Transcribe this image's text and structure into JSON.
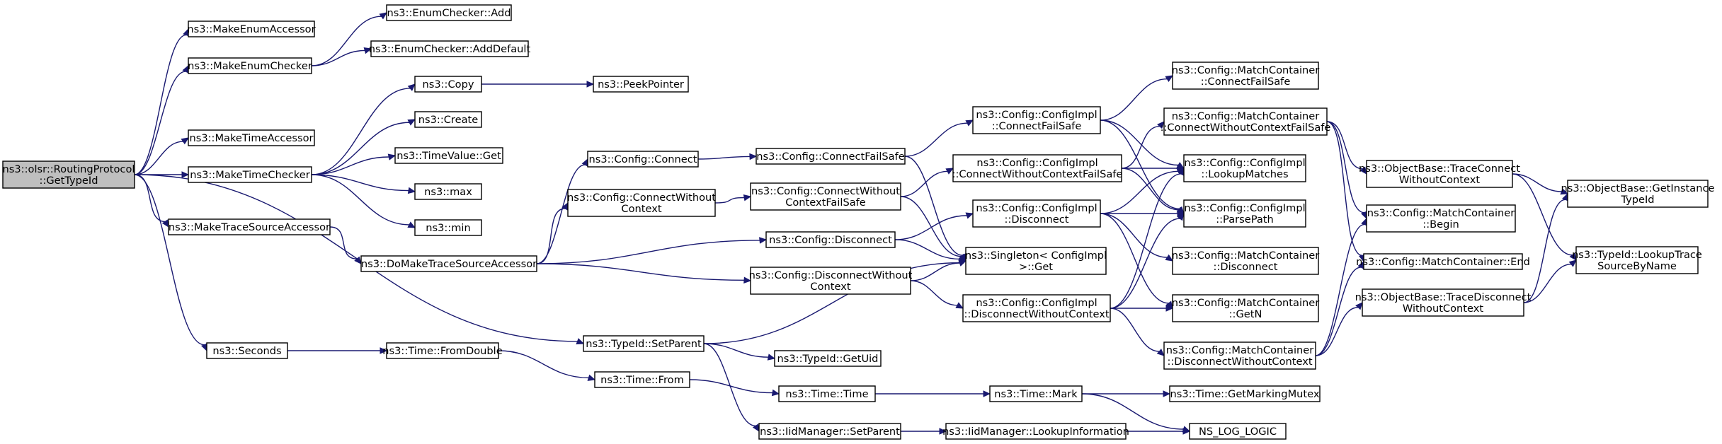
{
  "nodes": [
    {
      "id": "root",
      "lines": [
        "ns3::olsr::RoutingProtocol",
        "::GetTypeId"
      ]
    },
    {
      "id": "makeEnumAccessor",
      "lines": [
        "ns3::MakeEnumAccessor"
      ]
    },
    {
      "id": "makeEnumChecker",
      "lines": [
        "ns3::MakeEnumChecker"
      ]
    },
    {
      "id": "enumCheckerAdd",
      "lines": [
        "ns3::EnumChecker::Add"
      ]
    },
    {
      "id": "enumCheckerAddDefault",
      "lines": [
        "ns3::EnumChecker::AddDefault"
      ]
    },
    {
      "id": "makeTimeAccessor",
      "lines": [
        "ns3::MakeTimeAccessor"
      ]
    },
    {
      "id": "makeTimeChecker",
      "lines": [
        "ns3::MakeTimeChecker"
      ]
    },
    {
      "id": "copy",
      "lines": [
        "ns3::Copy"
      ]
    },
    {
      "id": "peekPointer",
      "lines": [
        "ns3::PeekPointer"
      ]
    },
    {
      "id": "create",
      "lines": [
        "ns3::Create"
      ]
    },
    {
      "id": "timeValueGet",
      "lines": [
        "ns3::TimeValue::Get"
      ]
    },
    {
      "id": "max",
      "lines": [
        "ns3::max"
      ]
    },
    {
      "id": "min",
      "lines": [
        "ns3::min"
      ]
    },
    {
      "id": "makeTraceSourceAccessor",
      "lines": [
        "ns3::MakeTraceSourceAccessor"
      ]
    },
    {
      "id": "doMakeTraceSourceAccessor",
      "lines": [
        "ns3::DoMakeTraceSourceAccessor"
      ]
    },
    {
      "id": "configConnect",
      "lines": [
        "ns3::Config::Connect"
      ]
    },
    {
      "id": "configConnectWithoutContext",
      "lines": [
        "ns3::Config::ConnectWithout",
        "Context"
      ]
    },
    {
      "id": "configConnectFailSafe",
      "lines": [
        "ns3::Config::ConnectFailSafe"
      ]
    },
    {
      "id": "configConnectWithoutContextFailSafe",
      "lines": [
        "ns3::Config::ConnectWithout",
        "ContextFailSafe"
      ]
    },
    {
      "id": "configDisconnect",
      "lines": [
        "ns3::Config::Disconnect"
      ]
    },
    {
      "id": "configDisconnectWithoutContext",
      "lines": [
        "ns3::Config::DisconnectWithout",
        "Context"
      ]
    },
    {
      "id": "implConnectFailSafe",
      "lines": [
        "ns3::Config::ConfigImpl",
        "::ConnectFailSafe"
      ]
    },
    {
      "id": "implConnectWithoutContextFailSafe",
      "lines": [
        "ns3::Config::ConfigImpl",
        "::ConnectWithoutContextFailSafe"
      ]
    },
    {
      "id": "implDisconnect",
      "lines": [
        "ns3::Config::ConfigImpl",
        "::Disconnect"
      ]
    },
    {
      "id": "singletonGet",
      "lines": [
        "ns3::Singleton< ConfigImpl",
        " >::Get"
      ]
    },
    {
      "id": "implDisconnectWithoutContext",
      "lines": [
        "ns3::Config::ConfigImpl",
        "::DisconnectWithoutContext"
      ]
    },
    {
      "id": "mcConnectFailSafe",
      "lines": [
        "ns3::Config::MatchContainer",
        "::ConnectFailSafe"
      ]
    },
    {
      "id": "mcConnectWithoutContextFailSafe",
      "lines": [
        "ns3::Config::MatchContainer",
        "::ConnectWithoutContextFailSafe"
      ]
    },
    {
      "id": "implLookupMatches",
      "lines": [
        "ns3::Config::ConfigImpl",
        "::LookupMatches"
      ]
    },
    {
      "id": "implParsePath",
      "lines": [
        "ns3::Config::ConfigImpl",
        "::ParsePath"
      ]
    },
    {
      "id": "mcDisconnect",
      "lines": [
        "ns3::Config::MatchContainer",
        "::Disconnect"
      ]
    },
    {
      "id": "mcGetN",
      "lines": [
        "ns3::Config::MatchContainer",
        "::GetN"
      ]
    },
    {
      "id": "mcDisconnectWithoutContext",
      "lines": [
        "ns3::Config::MatchContainer",
        "::DisconnectWithoutContext"
      ]
    },
    {
      "id": "objTraceConnectWithoutContext",
      "lines": [
        "ns3::ObjectBase::TraceConnect",
        "WithoutContext"
      ]
    },
    {
      "id": "mcBegin",
      "lines": [
        "ns3::Config::MatchContainer",
        "::Begin"
      ]
    },
    {
      "id": "mcEnd",
      "lines": [
        "ns3::Config::MatchContainer::End"
      ]
    },
    {
      "id": "objTraceDisconnectWithoutContext",
      "lines": [
        "ns3::ObjectBase::TraceDisconnect",
        "WithoutContext"
      ]
    },
    {
      "id": "objGetInstanceTypeId",
      "lines": [
        "ns3::ObjectBase::GetInstance",
        "TypeId"
      ]
    },
    {
      "id": "typeIdLookupTraceSourceByName",
      "lines": [
        "ns3::TypeId::LookupTrace",
        "SourceByName"
      ]
    },
    {
      "id": "seconds",
      "lines": [
        "ns3::Seconds"
      ]
    },
    {
      "id": "timeFromDouble",
      "lines": [
        "ns3::Time::FromDouble"
      ]
    },
    {
      "id": "typeIdSetParent",
      "lines": [
        "ns3::TypeId::SetParent"
      ]
    },
    {
      "id": "typeIdGetUid",
      "lines": [
        "ns3::TypeId::GetUid"
      ]
    },
    {
      "id": "timeFrom",
      "lines": [
        "ns3::Time::From"
      ]
    },
    {
      "id": "timeTime",
      "lines": [
        "ns3::Time::Time"
      ]
    },
    {
      "id": "timeMark",
      "lines": [
        "ns3::Time::Mark"
      ]
    },
    {
      "id": "timeGetMarkingMutex",
      "lines": [
        "ns3::Time::GetMarkingMutex"
      ]
    },
    {
      "id": "iidSetParent",
      "lines": [
        "ns3::IidManager::SetParent"
      ]
    },
    {
      "id": "iidLookupInformation",
      "lines": [
        "ns3::IidManager::LookupInformation"
      ]
    },
    {
      "id": "nsLogLogic",
      "lines": [
        "NS_LOG_LOGIC"
      ]
    }
  ],
  "edges": [
    [
      "root",
      "makeEnumAccessor"
    ],
    [
      "root",
      "makeEnumChecker"
    ],
    [
      "root",
      "makeTimeAccessor"
    ],
    [
      "root",
      "makeTimeChecker"
    ],
    [
      "root",
      "makeTraceSourceAccessor"
    ],
    [
      "root",
      "typeIdSetParent"
    ],
    [
      "root",
      "seconds"
    ],
    [
      "makeEnumChecker",
      "enumCheckerAdd"
    ],
    [
      "makeEnumChecker",
      "enumCheckerAddDefault"
    ],
    [
      "makeTimeChecker",
      "copy"
    ],
    [
      "makeTimeChecker",
      "create"
    ],
    [
      "makeTimeChecker",
      "timeValueGet"
    ],
    [
      "makeTimeChecker",
      "max"
    ],
    [
      "makeTimeChecker",
      "min"
    ],
    [
      "copy",
      "peekPointer"
    ],
    [
      "makeTraceSourceAccessor",
      "doMakeTraceSourceAccessor"
    ],
    [
      "doMakeTraceSourceAccessor",
      "configConnect"
    ],
    [
      "doMakeTraceSourceAccessor",
      "configConnectWithoutContext"
    ],
    [
      "doMakeTraceSourceAccessor",
      "configDisconnect"
    ],
    [
      "doMakeTraceSourceAccessor",
      "configDisconnectWithoutContext"
    ],
    [
      "configConnect",
      "configConnectFailSafe"
    ],
    [
      "configConnectWithoutContext",
      "configConnectWithoutContextFailSafe"
    ],
    [
      "configConnectFailSafe",
      "implConnectFailSafe"
    ],
    [
      "configConnectFailSafe",
      "singletonGet"
    ],
    [
      "configConnectWithoutContextFailSafe",
      "implConnectWithoutContextFailSafe"
    ],
    [
      "configConnectWithoutContextFailSafe",
      "singletonGet"
    ],
    [
      "configDisconnect",
      "implDisconnect"
    ],
    [
      "configDisconnect",
      "singletonGet"
    ],
    [
      "configDisconnectWithoutContext",
      "singletonGet"
    ],
    [
      "configDisconnectWithoutContext",
      "implDisconnectWithoutContext"
    ],
    [
      "implConnectFailSafe",
      "mcConnectFailSafe"
    ],
    [
      "implConnectFailSafe",
      "implLookupMatches"
    ],
    [
      "implConnectFailSafe",
      "implParsePath"
    ],
    [
      "implConnectWithoutContextFailSafe",
      "mcConnectWithoutContextFailSafe"
    ],
    [
      "implConnectWithoutContextFailSafe",
      "implLookupMatches"
    ],
    [
      "implConnectWithoutContextFailSafe",
      "implParsePath"
    ],
    [
      "implDisconnect",
      "implLookupMatches"
    ],
    [
      "implDisconnect",
      "implParsePath"
    ],
    [
      "implDisconnect",
      "mcDisconnect"
    ],
    [
      "implDisconnect",
      "mcGetN"
    ],
    [
      "implDisconnectWithoutContext",
      "implLookupMatches"
    ],
    [
      "implDisconnectWithoutContext",
      "implParsePath"
    ],
    [
      "implDisconnectWithoutContext",
      "mcGetN"
    ],
    [
      "implDisconnectWithoutContext",
      "mcDisconnectWithoutContext"
    ],
    [
      "mcConnectWithoutContextFailSafe",
      "objTraceConnectWithoutContext"
    ],
    [
      "mcConnectWithoutContextFailSafe",
      "mcBegin"
    ],
    [
      "mcConnectWithoutContextFailSafe",
      "mcEnd"
    ],
    [
      "mcDisconnectWithoutContext",
      "mcBegin"
    ],
    [
      "mcDisconnectWithoutContext",
      "mcEnd"
    ],
    [
      "mcDisconnectWithoutContext",
      "objTraceDisconnectWithoutContext"
    ],
    [
      "objTraceConnectWithoutContext",
      "objGetInstanceTypeId"
    ],
    [
      "objTraceConnectWithoutContext",
      "typeIdLookupTraceSourceByName"
    ],
    [
      "objTraceDisconnectWithoutContext",
      "objGetInstanceTypeId"
    ],
    [
      "objTraceDisconnectWithoutContext",
      "typeIdLookupTraceSourceByName"
    ],
    [
      "seconds",
      "timeFromDouble"
    ],
    [
      "timeFromDouble",
      "timeFrom"
    ],
    [
      "timeFrom",
      "timeTime"
    ],
    [
      "timeTime",
      "timeMark"
    ],
    [
      "timeMark",
      "timeGetMarkingMutex"
    ],
    [
      "timeMark",
      "nsLogLogic"
    ],
    [
      "typeIdSetParent",
      "singletonGet"
    ],
    [
      "typeIdSetParent",
      "typeIdGetUid"
    ],
    [
      "typeIdSetParent",
      "iidSetParent"
    ],
    [
      "iidSetParent",
      "iidLookupInformation"
    ],
    [
      "iidLookupInformation",
      "nsLogLogic"
    ]
  ]
}
